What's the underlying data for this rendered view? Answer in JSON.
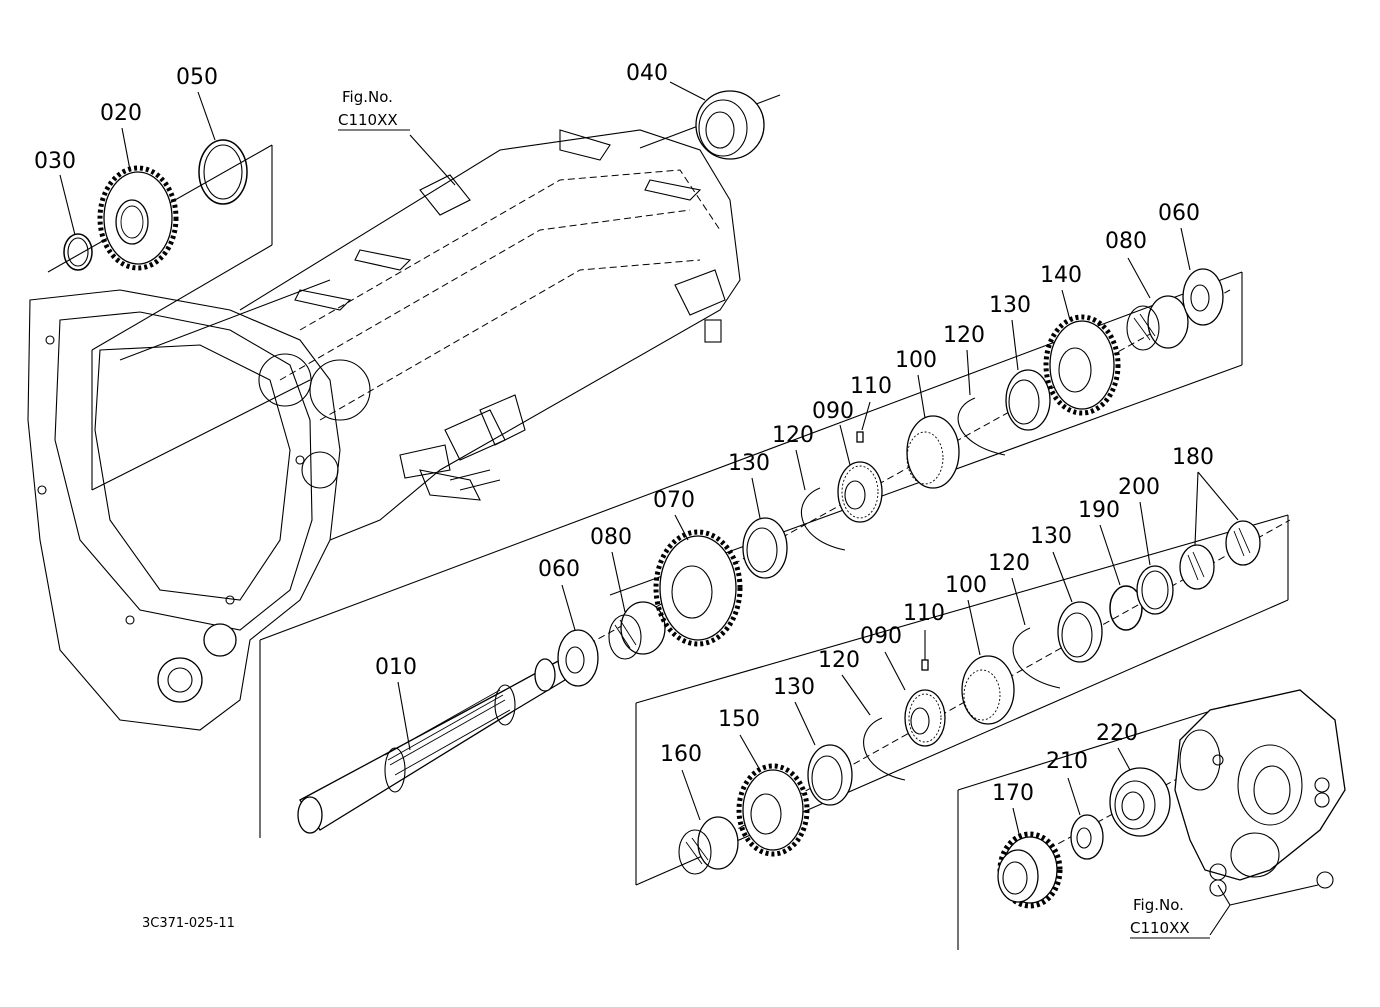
{
  "diagram_code": "3C371-025-11",
  "fig_refs": [
    {
      "line1": "Fig.No.",
      "line2": "C110XX"
    },
    {
      "line1": "Fig.No.",
      "line2": "C110XX"
    }
  ],
  "callouts": {
    "p010": "010",
    "p020": "020",
    "p030": "030",
    "p040": "040",
    "p050": "050",
    "p060a": "060",
    "p060b": "060",
    "p070": "070",
    "p080a": "080",
    "p080b": "080",
    "p090a": "090",
    "p090b": "090",
    "p100a": "100",
    "p100b": "100",
    "p110a": "110",
    "p110b": "110",
    "p120a": "120",
    "p120b": "120",
    "p120c": "120",
    "p120d": "120",
    "p130a": "130",
    "p130b": "130",
    "p130c": "130",
    "p130d": "130",
    "p140": "140",
    "p150": "150",
    "p160": "160",
    "p170": "170",
    "p180": "180",
    "p190": "190",
    "p200": "200",
    "p210": "210",
    "p220": "220"
  }
}
